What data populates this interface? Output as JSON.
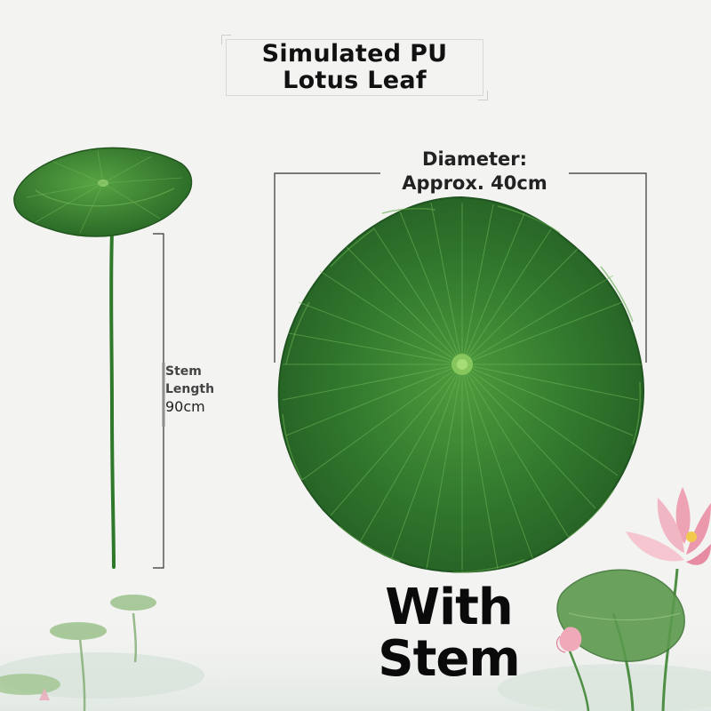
{
  "title": {
    "line1": "Simulated PU",
    "line2": "Lotus Leaf"
  },
  "diameter": {
    "line1": "Diameter:",
    "line2": "Approx. 40cm"
  },
  "stem_length": {
    "line1": "Stem",
    "line2": "Length",
    "value": "90cm"
  },
  "badge": {
    "line1": "With",
    "line2": "Stem"
  },
  "colors": {
    "background": "#f3f3f1",
    "leaf_dark": "#2c6e2a",
    "leaf_mid": "#3f8a36",
    "leaf_center": "#7fc04a",
    "lotus_pink": "#e88aa0",
    "text": "#111111"
  }
}
